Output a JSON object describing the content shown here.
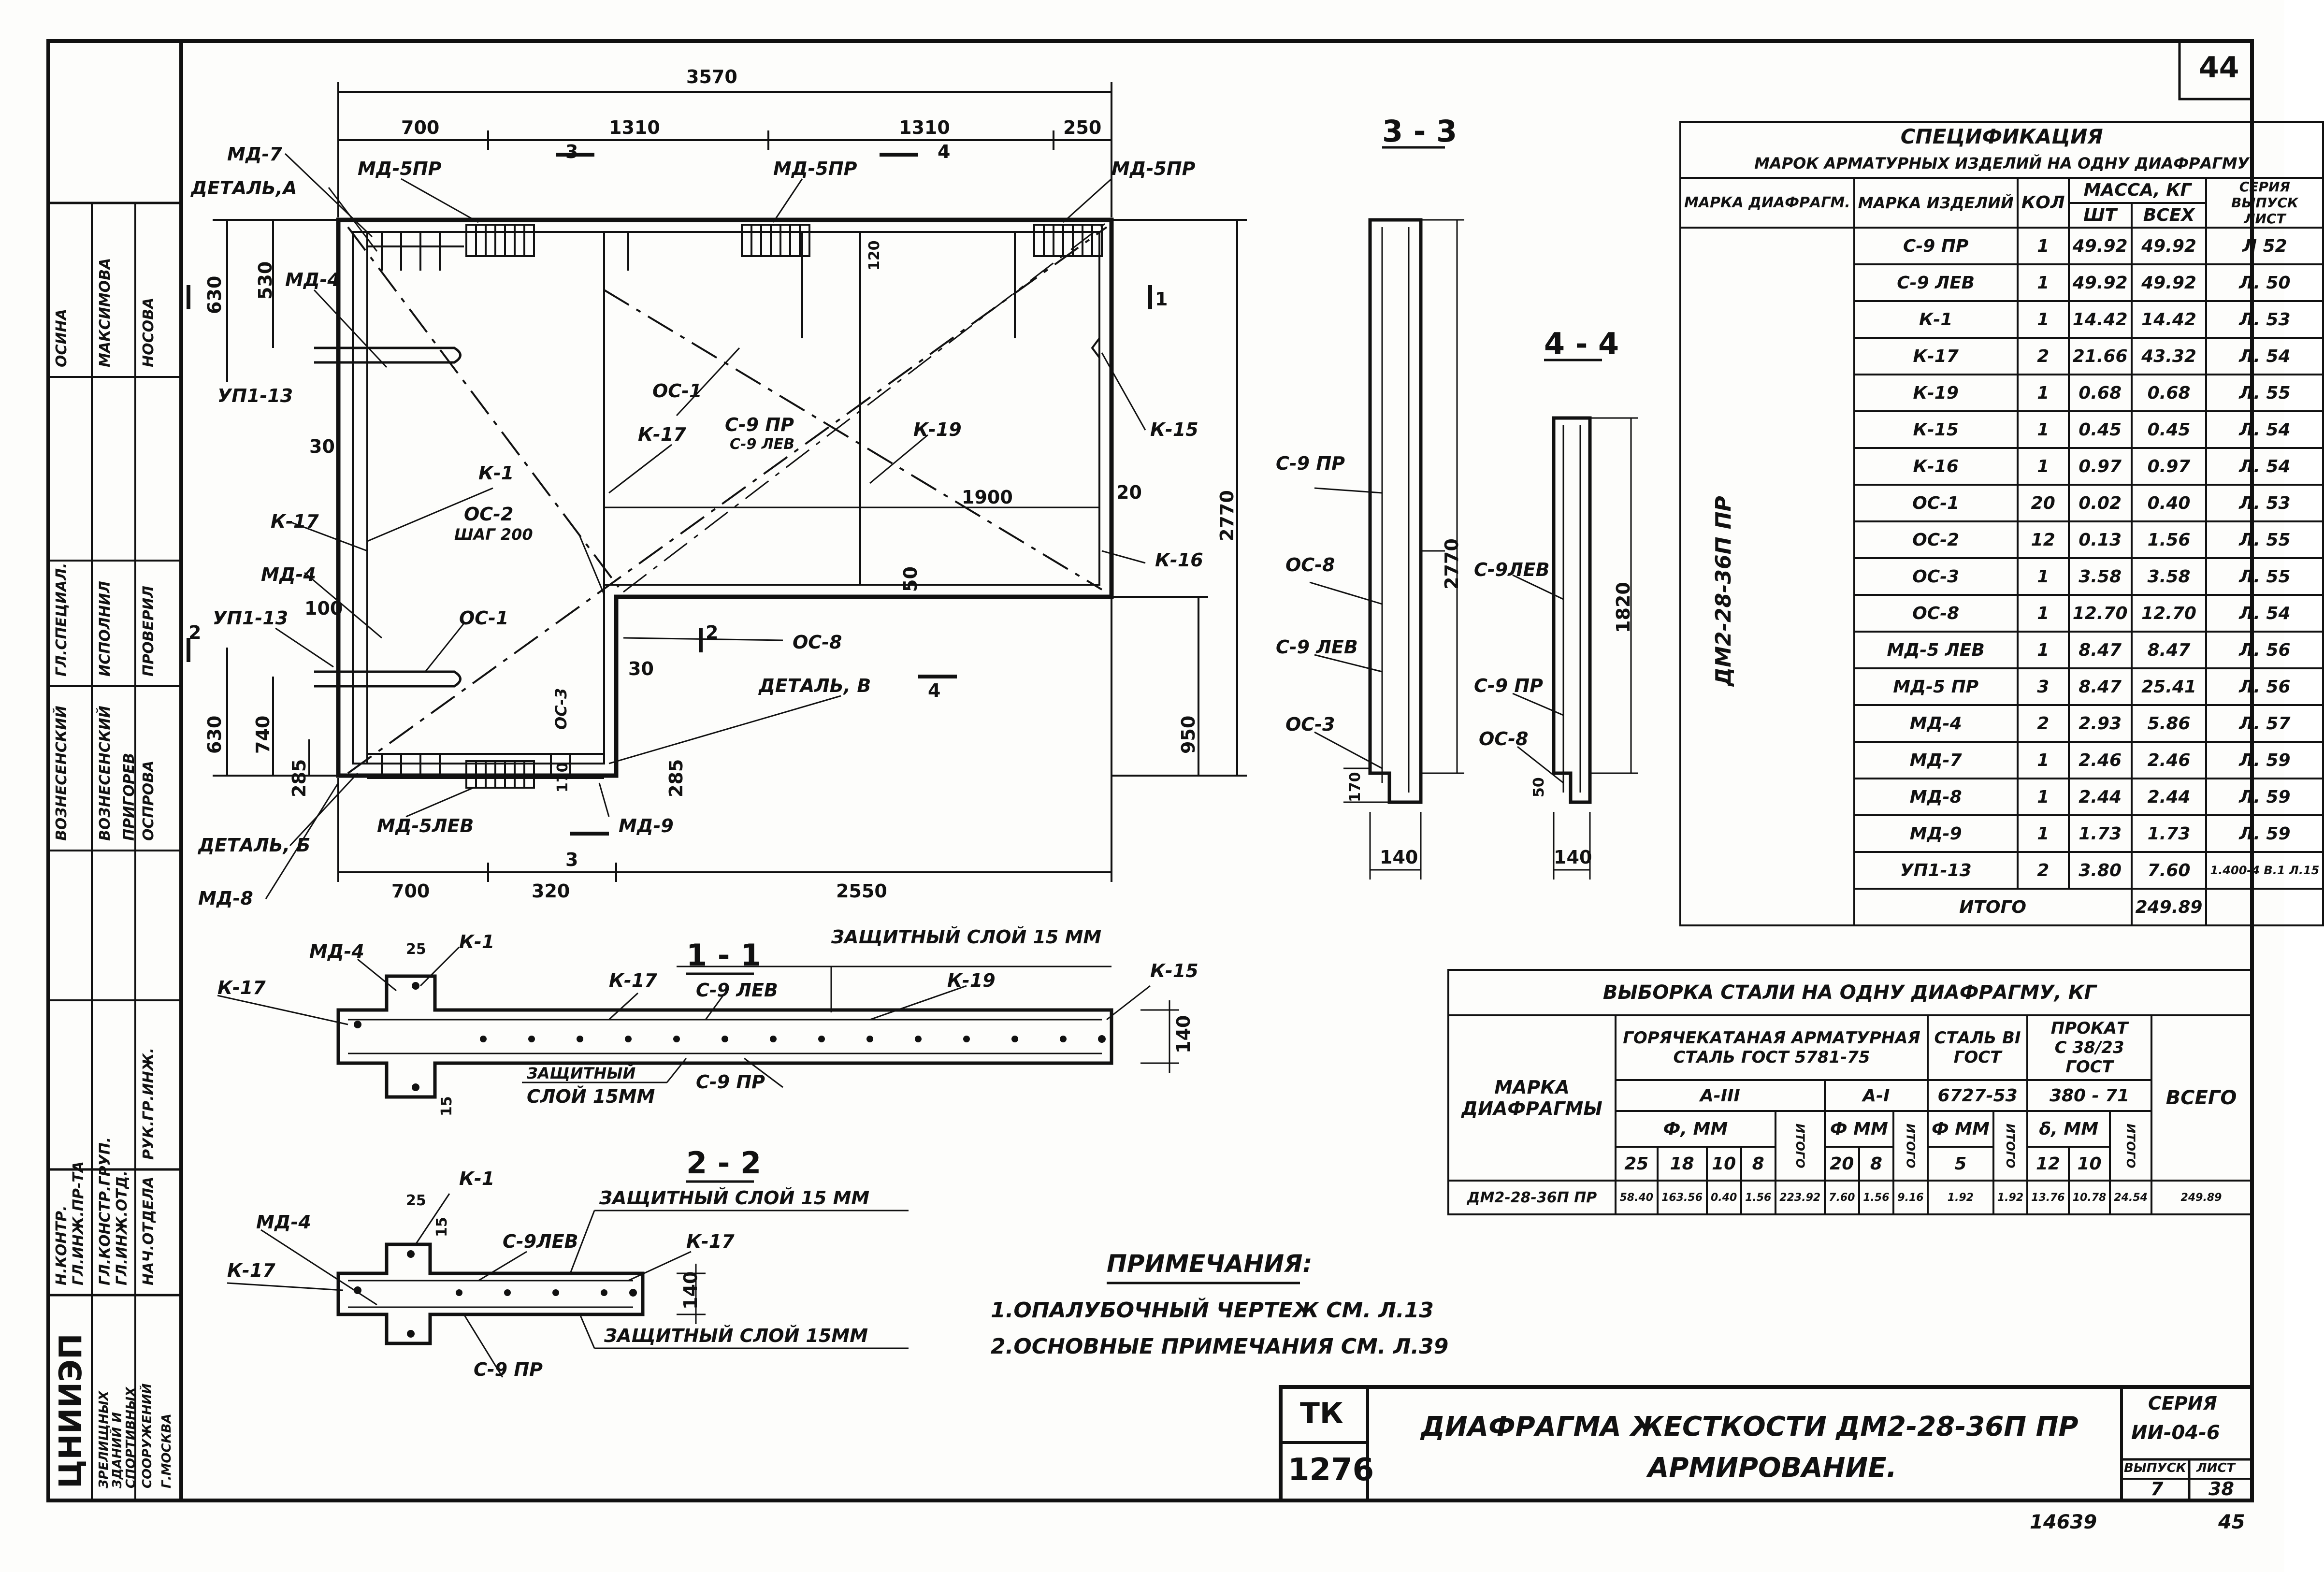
{
  "sheet": {
    "page_corner": "44",
    "bottom_number": "14639",
    "bottom_page": "45"
  },
  "stamp": {
    "roles": [
      "Н.КОНТР.",
      "ГЛ.ИНЖ.ПР-ТА",
      "ГЛ.КОНСТР.ГРУП.",
      "ГЛ.ИНЖ.ОТД.",
      "НАЧ.ОТДЕЛА",
      "ГЛ.СПЕЦИАЛ.",
      "ИСПОЛНИЛ",
      "РУК.ГР.ИНЖ."
    ],
    "names": [
      "ОСПРОВА",
      "ПРИГОРЕВ",
      "ВОЗНЕСЕНСКИЙ",
      "ВОЗНЕСЕНСКИЙ",
      "ПРОВЕРИЛ",
      "ИСПОЛНИЛ",
      "НОСОВА",
      "МАКСИМОВА",
      "ОСИНА"
    ],
    "institute": [
      "ЦНИИЭП",
      "ЗРЕЛИЩНЫХ",
      "ЗДАНИЙ И",
      "СПОРТИВНЫХ",
      "СООРУЖЕНИЙ",
      "Г.МОСКВА"
    ]
  },
  "elevation": {
    "dims": {
      "overall": "3570",
      "d700": "700",
      "d1310a": "1310",
      "d1310b": "1310",
      "d250": "250",
      "b700": "700",
      "b320": "320",
      "b2550": "2550",
      "v630a": "630",
      "v530": "530",
      "v630b": "630",
      "v740": "740",
      "v285a": "285",
      "v285b": "285",
      "v2770": "2770",
      "v950": "950",
      "v120": "120",
      "v170": "170",
      "h1900": "1900",
      "n30": "30",
      "n20": "20",
      "n50": "50",
      "n100": "100"
    },
    "labels": {
      "md7": "МД-7",
      "detA": "ДЕТАЛЬ,А",
      "md5pr1": "МД-5ПР",
      "md5pr2": "МД-5ПР",
      "md5pr3": "МД-5ПР",
      "md4a": "МД-4",
      "md4b": "МД-4",
      "up13a": "УП1-13",
      "up13b": "УП1-13",
      "k1": "К-1",
      "k17a": "К-17",
      "k17b": "К-17",
      "k19": "К-19",
      "k15": "К-15",
      "k16": "К-16",
      "os1a": "ОС-1",
      "os1b": "ОС-1",
      "os2": "ОС-2",
      "shag": "ШАГ 200",
      "os3": "ОС-3",
      "os8": "ОС-8",
      "c9pr": "С-9 ПР",
      "c9lev": "С-9 ЛЕВ",
      "detV": "ДЕТАЛЬ, В",
      "detB": "ДЕТАЛЬ, Б",
      "md5lev": "МД-5ЛЕВ",
      "md9": "МД-9",
      "md8": "МД-8",
      "cut3a": "3",
      "cut3b": "3",
      "cut4a": "4",
      "cut4b": "4",
      "cut1": "1",
      "cut2a": "2",
      "cut2b": "2"
    }
  },
  "sections": {
    "s33": {
      "title": "3 - 3",
      "c9pr": "С-9 ПР",
      "os8": "ОС-8",
      "c9lev": "С-9 ЛЕВ",
      "os3": "ОС-3",
      "h": "2770",
      "w": "140",
      "b": "170"
    },
    "s44": {
      "title": "4 - 4",
      "c9lev": "С-9ЛЕВ",
      "c9pr": "С-9 ПР",
      "os8": "ОС-8",
      "h": "1820",
      "w": "140",
      "b": "50"
    },
    "s11": {
      "title": "1 - 1",
      "md4": "МД-4",
      "k1": "К-1",
      "k17a": "К-17",
      "k17b": "К-17",
      "c9lev": "С-9 ЛЕВ",
      "k19": "К-19",
      "k15": "К-15",
      "cover": "ЗАЩИТНЫЙ СЛОЙ 15 ММ",
      "cover2a": "ЗАЩИТНЫЙ",
      "cover2b": "СЛОЙ 15ММ",
      "c9pr": "С-9 ПР",
      "d25": "25",
      "d15": "15",
      "d140": "140"
    },
    "s22": {
      "title": "2 - 2",
      "k1": "К-1",
      "md4": "МД-4",
      "c9lev": "С-9ЛЕВ",
      "k17a": "К-17",
      "k17b": "К-17",
      "cover_top": "ЗАЩИТНЫЙ СЛОЙ 15 ММ",
      "cover_bot": "ЗАЩИТНЫЙ СЛОЙ 15ММ",
      "c9pr": "С-9 ПР",
      "d25": "25",
      "d15": "15",
      "d140": "140"
    }
  },
  "spec": {
    "title": "СПЕЦИФИКАЦИЯ",
    "subtitle": "МАРОК АРМАТУРНЫХ ИЗДЕЛИЙ НА ОДНУ ДИАФРАГМУ",
    "headers": {
      "mark_d": "МАРКА ДИАФРАГМ.",
      "mark_i": "МАРКА ИЗДЕЛИЙ",
      "qty": "КОЛ",
      "mass": "МАССА, КГ",
      "pc": "ШТ",
      "all": "ВСЕХ",
      "series": "СЕРИЯ ВЫПУСК ЛИСТ"
    },
    "diaphragm": "ДМ2-28-36П ПР",
    "rows": [
      [
        "С-9 ПР",
        "1",
        "49.92",
        "49.92",
        "Л 52"
      ],
      [
        "С-9 ЛЕВ",
        "1",
        "49.92",
        "49.92",
        "Л. 50"
      ],
      [
        "К-1",
        "1",
        "14.42",
        "14.42",
        "Л. 53"
      ],
      [
        "К-17",
        "2",
        "21.66",
        "43.32",
        "Л. 54"
      ],
      [
        "К-19",
        "1",
        "0.68",
        "0.68",
        "Л. 55"
      ],
      [
        "К-15",
        "1",
        "0.45",
        "0.45",
        "Л. 54"
      ],
      [
        "К-16",
        "1",
        "0.97",
        "0.97",
        "Л. 54"
      ],
      [
        "ОС-1",
        "20",
        "0.02",
        "0.40",
        "Л. 53"
      ],
      [
        "ОС-2",
        "12",
        "0.13",
        "1.56",
        "Л. 55"
      ],
      [
        "ОС-3",
        "1",
        "3.58",
        "3.58",
        "Л. 55"
      ],
      [
        "ОС-8",
        "1",
        "12.70",
        "12.70",
        "Л. 54"
      ],
      [
        "МД-5 ЛЕВ",
        "1",
        "8.47",
        "8.47",
        "Л. 56"
      ],
      [
        "МД-5 ПР",
        "3",
        "8.47",
        "25.41",
        "Л. 56"
      ],
      [
        "МД-4",
        "2",
        "2.93",
        "5.86",
        "Л. 57"
      ],
      [
        "МД-7",
        "1",
        "2.46",
        "2.46",
        "Л. 59"
      ],
      [
        "МД-8",
        "1",
        "2.44",
        "2.44",
        "Л. 59"
      ],
      [
        "МД-9",
        "1",
        "1.73",
        "1.73",
        "Л. 59"
      ],
      [
        "УП1-13",
        "2",
        "3.80",
        "7.60",
        "1.400-4 В.1 Л.15"
      ]
    ],
    "total_label": "ИТОГО",
    "total": "249.89"
  },
  "sel": {
    "title": "ВЫБОРКА СТАЛИ НА ОДНУ ДИАФРАГМУ, КГ",
    "mark": "МАРКА ДИАФРАГМЫ",
    "hot": "ГОРЯЧЕКАТАНАЯ АРМАТУРНАЯ СТАЛЬ ГОСТ 5781-75",
    "steel1": "СТАЛЬ ВI",
    "steel1b": "ГОСТ",
    "steel1c": "6727-53",
    "prokat": "ПРОКАТ",
    "prokat2": "С 38/23",
    "prokat3": "ГОСТ",
    "prokat4": "380 - 71",
    "all": "ВСЕГО",
    "a3": "А-III",
    "a1": "А-I",
    "phimm": "Ф, ММ",
    "phimm2": "Ф ММ",
    "phimm3": "Ф ММ",
    "dmm": "δ, ММ",
    "itogo": "ИТОГО",
    "diams": [
      "25",
      "18",
      "10",
      "8",
      "20",
      "8",
      "5",
      "12",
      "10"
    ],
    "row_mark": "ДМ2-28-36П ПР",
    "values": [
      "58.40",
      "163.56",
      "0.40",
      "1.56",
      "223.92",
      "7.60",
      "1.56",
      "9.16",
      "1.92",
      "1.92",
      "13.76",
      "10.78",
      "24.54",
      "249.89"
    ]
  },
  "notes": {
    "title": "ПРИМЕЧАНИЯ:",
    "items": [
      "1.ОПАЛУБОЧНЫЙ ЧЕРТЕЖ СМ. Л.13",
      "2.ОСНОВНЫЕ ПРИМЕЧАНИЯ СМ. Л.39"
    ]
  },
  "title_block": {
    "tk": "ТК",
    "tk_no": "1276",
    "line1": "ДИАФРАГМА ЖЕСТКОСТИ ДМ2-28-36П ПР",
    "line2": "АРМИРОВАНИЕ.",
    "series_label": "СЕРИЯ",
    "series": "ИИ-04-6",
    "issue_label": "ВЫПУСК",
    "issue": "7",
    "sheet_label": "ЛИСТ",
    "sheet": "38"
  }
}
